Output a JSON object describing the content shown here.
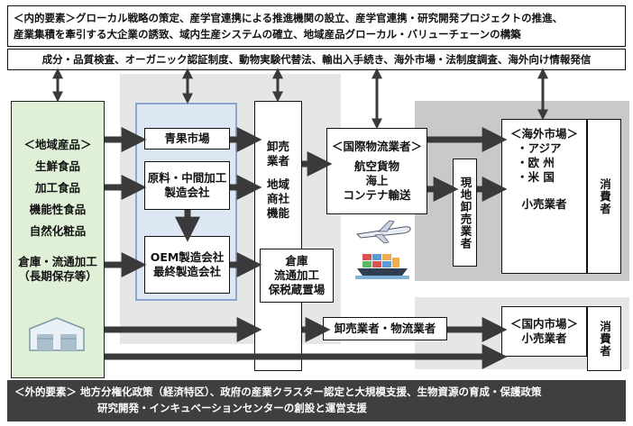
{
  "internal": {
    "line1": "＜内的要素＞グローカル戦略の策定、産学官連携による推進機関の設立、産学官連携・研究開発プロジェクトの推進、",
    "line2": "産業集積を牽引する大企業の誘致、域内生産システムの確立、地域産品グローカル・バリューチェーンの構築"
  },
  "services": "成分・品質検査、オーガニック認証制度、動物実験代替法、輸出入手続き、海外市場・法制度調査、海外向け情報発信",
  "regional": {
    "title": "＜地域産品＞",
    "items": [
      "生鮮食品",
      "加工食品",
      "機能性食品",
      "自然化粧品"
    ],
    "storage1": "倉庫・流通加工",
    "storage2": "（長期保存等）"
  },
  "market_box": "青果市場",
  "processing": {
    "l1": "原料・中間加工",
    "l2": "製造会社"
  },
  "oem": {
    "l1": "OEM製造会社",
    "l2": "最終製造会社"
  },
  "wholesale": {
    "l1": "卸売",
    "l2": "業者",
    "l3": "地域",
    "l4": "商社",
    "l5": "機能"
  },
  "warehouse": {
    "l1": "倉庫",
    "l2": "流通加工",
    "l3": "保税蔵置場"
  },
  "logistics": {
    "title": "＜国際物流業者＞",
    "l1": "航空貨物",
    "l2": "海上",
    "l3": "コンテナ輸送"
  },
  "local_wholesale": "現地卸売業者",
  "overseas": {
    "title": "＜海外市場＞",
    "items": [
      "・アジア",
      "・欧 州",
      "・米 国"
    ],
    "retail": "小売業者"
  },
  "consumer": "消費者",
  "domestic_distributor": "卸売業者・物流業者",
  "domestic": {
    "title": "＜国内市場＞",
    "retail": "小売業者"
  },
  "external": {
    "line1": "＜外的要素＞ 地方分権化政策（経済特区）、政府の産業クラスター認定と大規模支援、生物資源の育成・保護政策",
    "line2": "研究開発・インキュベーションセンターの創設と運営支援"
  },
  "colors": {
    "arrow": "#3a3a3a",
    "panel_grey": "#e6e6e6",
    "panel_dark": "#c9c9c9",
    "panel_blue": "#dde6f3",
    "external_bg": "#3f3f3f"
  }
}
